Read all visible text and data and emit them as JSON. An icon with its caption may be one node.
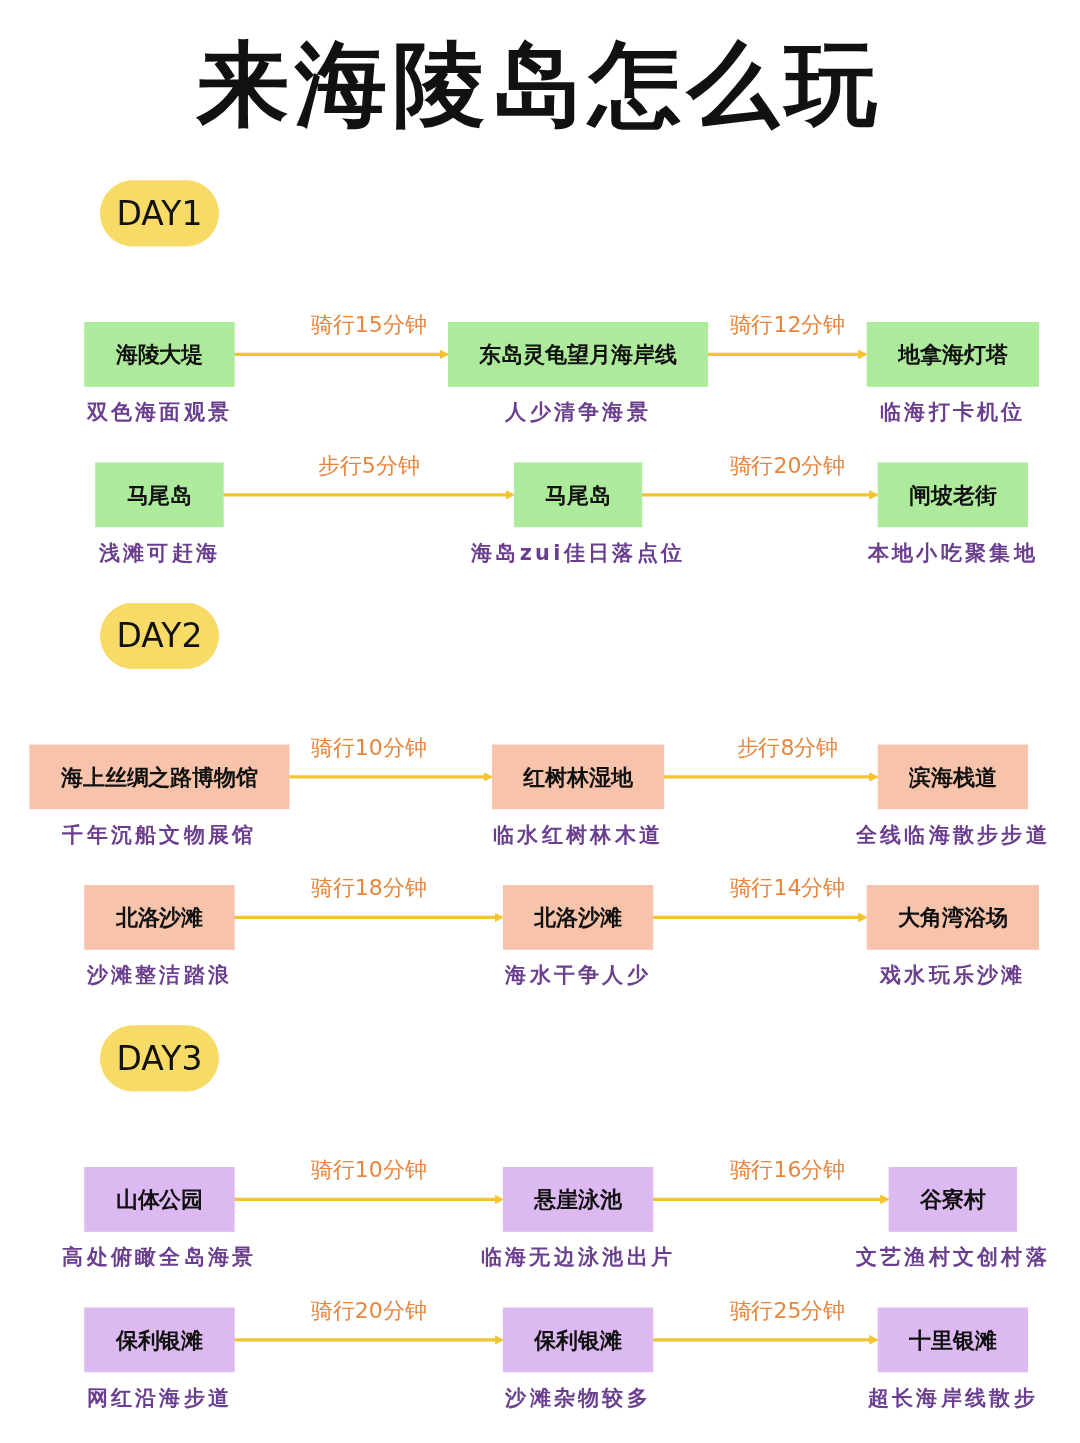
{
  "diagram": {
    "title": "来海陵岛怎么玩",
    "nodes": [
      {
        "text": [
          "DAY1"
        ]
      },
      {
        "text": [
          "海陵大堤"
        ],
        "beside": [
          "双色海面观景"
        ]
      },
      {
        "text": [
          "东岛灵龟望月海岸线"
        ],
        "beside": [
          "人少清争海景"
        ]
      },
      {
        "text": [
          "地拿海灯塔"
        ],
        "beside": [
          "临海打卡机位"
        ]
      },
      {
        "text": [
          "马尾岛"
        ],
        "beside": [
          "浅滩可赶海"
        ]
      },
      {
        "text": [
          "马尾岛"
        ],
        "beside": [
          "海岛zui佳日落点位"
        ]
      },
      {
        "text": [
          "闸坡老街"
        ],
        "beside": [
          "本地小吃聚集地"
        ]
      },
      {
        "text": [
          "DAY2"
        ]
      },
      {
        "text": [
          "海上丝绸之路博物馆"
        ],
        "beside": [
          "千年沉船文物展馆"
        ]
      },
      {
        "text": [
          "红树林湿地"
        ],
        "beside": [
          "临水红树林木道"
        ]
      },
      {
        "text": [
          "滨海栈道"
        ],
        "beside": [
          "全线临海散步步道"
        ]
      },
      {
        "text": [
          "北洛沙滩"
        ],
        "beside": [
          "沙滩整洁踏浪"
        ]
      },
      {
        "text": [
          "北洛沙滩"
        ],
        "beside": [
          "海水干争人少"
        ]
      },
      {
        "text": [
          "大角湾浴场"
        ],
        "beside": [
          "戏水玩乐沙滩"
        ]
      },
      {
        "text": [
          "DAY3"
        ]
      },
      {
        "text": [
          "山体公园"
        ],
        "beside": [
          "高处俯瞰全岛海景"
        ]
      },
      {
        "text": [
          "悬崖泳池"
        ],
        "beside": [
          "临海无边泳池出片"
        ]
      },
      {
        "text": [
          "谷寮村"
        ],
        "beside": [
          "文艺渔村文创村落"
        ]
      },
      {
        "text": [
          "保利银滩"
        ],
        "beside": [
          "网红沿海步道"
        ]
      },
      {
        "text": [
          "保利银滩"
        ],
        "beside": [
          "沙滩杂物较多"
        ]
      },
      {
        "text": [
          "十里银滩"
        ],
        "beside": [
          "超长海岸线散步"
        ]
      }
    ],
    "edges": [
      {
        "from": 1,
        "to": 2,
        "arrow": "to",
        "label": "骑行15分钟"
      },
      {
        "from": 2,
        "to": 3,
        "arrow": "to",
        "label": "骑行12分钟"
      },
      {
        "from": 4,
        "to": 5,
        "arrow": "to",
        "label": "步行5分钟"
      },
      {
        "from": 5,
        "to": 6,
        "arrow": "to",
        "label": "骑行20分钟"
      },
      {
        "from": 8,
        "to": 9,
        "arrow": "to",
        "label": "骑行10分钟"
      },
      {
        "from": 9,
        "to": 10,
        "arrow": "to",
        "label": "步行8分钟"
      },
      {
        "from": 11,
        "to": 12,
        "arrow": "to",
        "label": "骑行18分钟"
      },
      {
        "from": 12,
        "to": 13,
        "arrow": "to",
        "label": "骑行14分钟"
      },
      {
        "from": 15,
        "to": 16,
        "arrow": "to",
        "label": "骑行10分钟"
      },
      {
        "from": 16,
        "to": 17,
        "arrow": "to",
        "label": "骑行16分钟"
      },
      {
        "from": 18,
        "to": 19,
        "arrow": "to",
        "label": "骑行20分钟"
      },
      {
        "from": 19,
        "to": 20,
        "arrow": "to",
        "label": "骑行25分钟"
      }
    ]
  }
}
